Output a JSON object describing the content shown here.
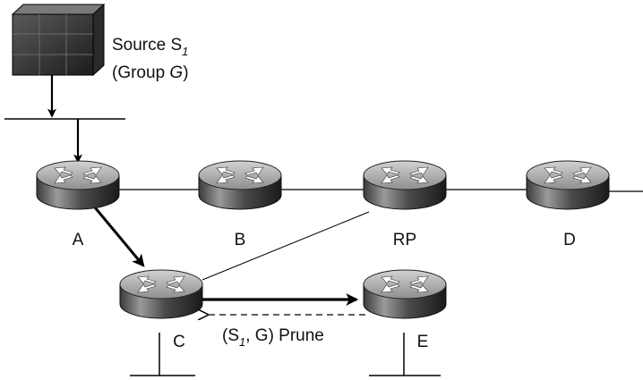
{
  "source": {
    "label_main": "Source S",
    "label_sub": "1",
    "group_open": "(Group ",
    "group_var": "G",
    "group_close": ")"
  },
  "routers": {
    "A": "A",
    "B": "B",
    "RP": "RP",
    "D": "D",
    "C": "C",
    "E": "E"
  },
  "prune": {
    "open": "(S",
    "sub": "1",
    "rest": ", G) Prune"
  }
}
